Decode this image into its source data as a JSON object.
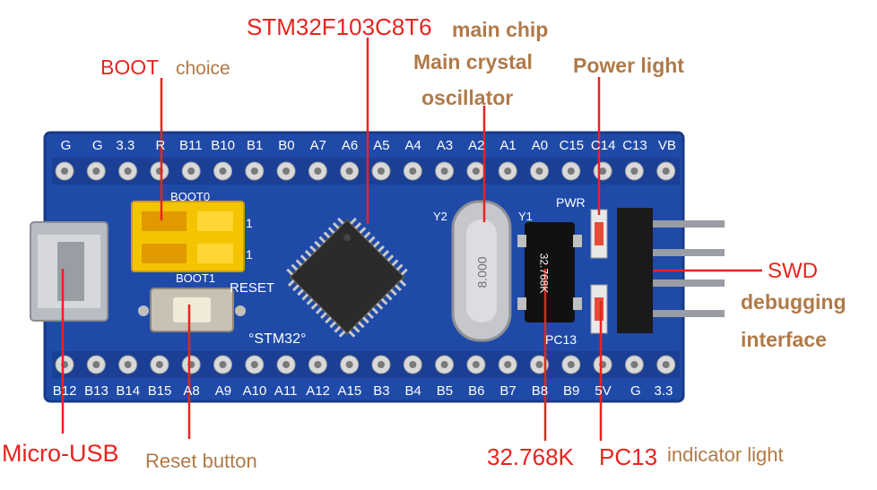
{
  "labels": {
    "chip_name": "STM32F103C8T6",
    "chip_desc": "main chip",
    "crystal_line1": "Main crystal",
    "crystal_line2": "oscillator",
    "power_light": "Power light",
    "boot": "BOOT",
    "boot_choice": "choice",
    "swd": "SWD",
    "swd_desc1": "debugging",
    "swd_desc2": "interface",
    "micro_usb": "Micro-USB",
    "reset_button": "Reset button",
    "rtc_crystal": "32.768K",
    "pc13": "PC13",
    "indicator_light": "indicator light"
  },
  "board": {
    "top_pins": [
      "G",
      "G",
      "3.3",
      "R",
      "B11",
      "B10",
      "B1",
      "B0",
      "A7",
      "A6",
      "A5",
      "A4",
      "A3",
      "A2",
      "A1",
      "A0",
      "C15",
      "C14",
      "C13",
      "VB"
    ],
    "bottom_pins": [
      "B12",
      "B13",
      "B14",
      "B15",
      "A8",
      "A9",
      "A10",
      "A11",
      "A12",
      "A15",
      "B3",
      "B4",
      "B5",
      "B6",
      "B7",
      "B8",
      "B9",
      "5V",
      "G",
      "3.3"
    ],
    "silk_boot0": "BOOT0",
    "silk_boot1": "BOOT1",
    "silk_reset": "RESET",
    "silk_brand": "°STM32°",
    "silk_y2": "Y2",
    "silk_y1": "Y1",
    "silk_pwr": "PWR",
    "silk_pc13": "PC13",
    "silk_1a": "1",
    "silk_1b": "1",
    "crystal_text": "8.000",
    "rtc_text": "32.768K"
  },
  "colors": {
    "pcb": "#1f4aa8",
    "label_red": "#e8231f",
    "label_brown": "#b07a48",
    "jumper": "#f5c400"
  }
}
